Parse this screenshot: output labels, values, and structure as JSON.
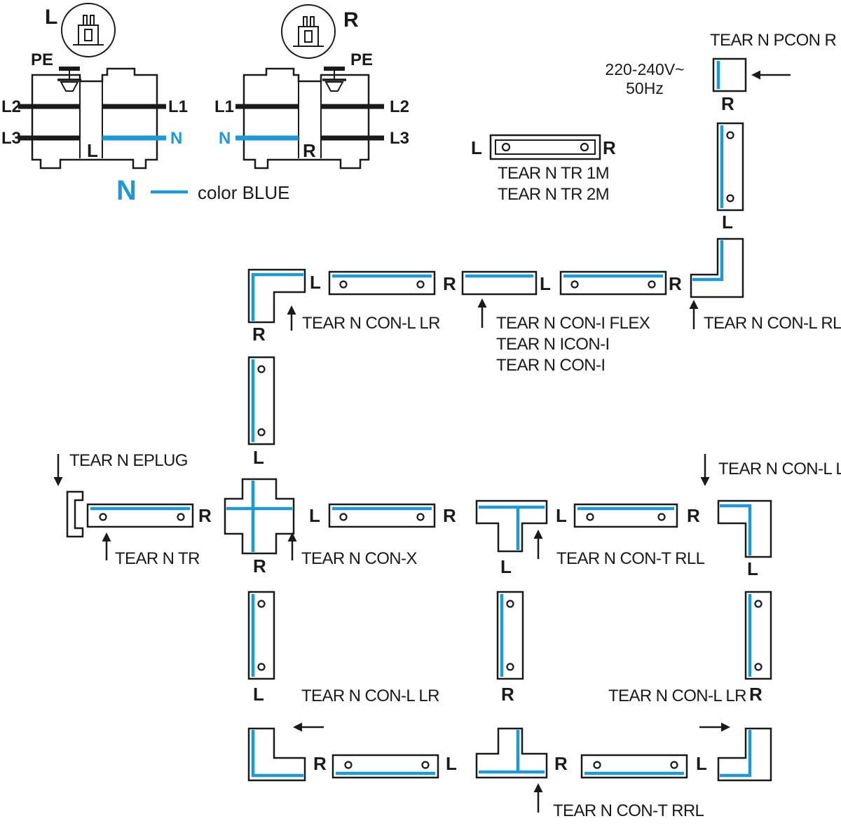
{
  "colors": {
    "blue": "#1d9ad6",
    "ink": "#1a1a1a"
  },
  "plugs": {
    "left": "L",
    "right": "R"
  },
  "pinout_left": {
    "pe": "PE",
    "l2": "L2",
    "l1": "L1",
    "l3": "L3",
    "n": "N",
    "port": "L"
  },
  "pinout_right": {
    "pe": "PE",
    "l1": "L1",
    "l2": "L2",
    "n": "N",
    "l3": "L3",
    "port": "R"
  },
  "legend": {
    "symbol": "N",
    "text": "color BLUE"
  },
  "power": {
    "voltage": "220-240V~",
    "freq": "50Hz"
  },
  "names": {
    "pcon": "TEAR N PCON R",
    "tr1m": "TEAR N TR 1M",
    "tr2m": "TEAR N TR 2M",
    "conl_lr_top": "TEAR N CON-L LR",
    "coni_flex": "TEAR N CON-I FLEX",
    "iconi": "TEAR N ICON-I",
    "coni": "TEAR N CON-I",
    "conl_rl": "TEAR N CON-L RL",
    "eplug": "TEAR N EPLUG",
    "tr": "TEAR N TR",
    "conx": "TEAR N CON-X",
    "cont_rll": "TEAR N CON-T RLL",
    "conl_lr_right": "TEAR N CON-L LR",
    "conl_lr_bl": "TEAR N CON-L LR",
    "conl_lr_br": "TEAR N CON-L LR",
    "cont_rrl": "TEAR N CON-T RRL"
  },
  "ports": {
    "pcon_bottom": "R",
    "vtrack_ne_bottom": "L",
    "conl_top_right": "L",
    "conl_top_bottom": "R",
    "track1_right": "R",
    "coni_left": "L",
    "track2_right": "R",
    "tr1m_left": "L",
    "tr1m_right": "R",
    "vtrack_mid_bottom": "L",
    "tr_right": "R",
    "conx_right": "L",
    "conx_bottom": "R",
    "track3_right": "R",
    "cont_rll_right": "L",
    "cont_rll_bottom": "L",
    "track4_right": "R",
    "conl_right_bottom": "L",
    "vtrack_bl_bottom": "L",
    "vtrack_bm_bottom": "R",
    "vtrack_br_bottom": "R",
    "conl_bl_right": "R",
    "track5_right": "L",
    "cont_rrl_right": "R",
    "track6_right": "L"
  }
}
